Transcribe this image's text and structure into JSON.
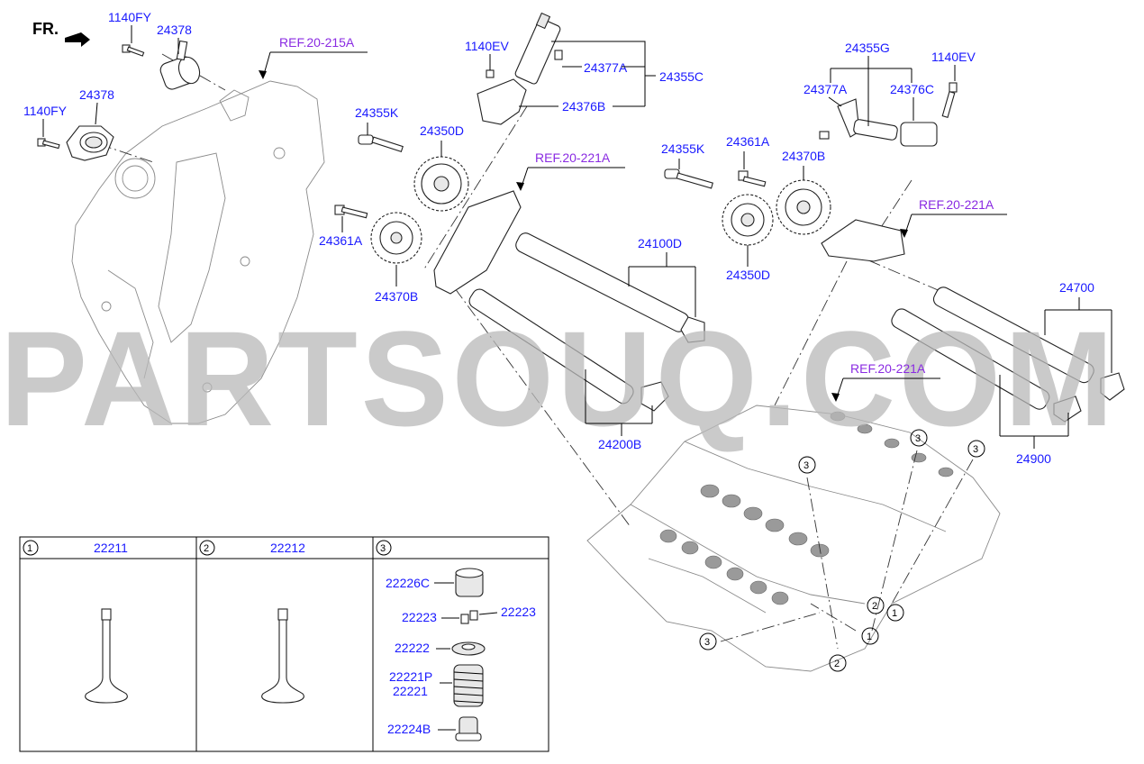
{
  "orientation_label": "FR.",
  "references": {
    "ref_20_215a": "REF.20-215A",
    "ref_20_221a_upper": "REF.20-221A",
    "ref_20_221a_right": "REF.20-221A",
    "ref_20_221a_head": "REF.20-221A"
  },
  "part_numbers": {
    "p1140fy_top": "1140FY",
    "p24378_top": "24378",
    "p24378_mid": "24378",
    "p1140fy_mid": "1140FY",
    "p1140ev_left": "1140EV",
    "p24377a_left": "24377A",
    "p24355c": "24355C",
    "p24376b": "24376B",
    "p24355k_left": "24355K",
    "p24350d_left": "24350D",
    "p24361a_left": "24361A",
    "p24370b_left": "24370B",
    "p24100d": "24100D",
    "p24200b": "24200B",
    "p24355g": "24355G",
    "p1140ev_right": "1140EV",
    "p24377a_right": "24377A",
    "p24376c": "24376C",
    "p24355k_right": "24355K",
    "p24361a_right": "24361A",
    "p24370b_right": "24370B",
    "p24350d_right": "24350D",
    "p24700": "24700",
    "p24900": "24900"
  },
  "callouts": {
    "c1": "1",
    "c2": "2",
    "c3": "3"
  },
  "valve_table": {
    "col1_index": "1",
    "col1_part": "22211",
    "col2_index": "2",
    "col2_part": "22212",
    "col3_index": "3",
    "items": {
      "retainer_cap": "22226C",
      "cotter_left": "22223",
      "cotter_right": "22223",
      "spring_seat": "22222",
      "spring_a": "22221P",
      "spring_b": "22221",
      "stem_seal": "22224B"
    }
  },
  "watermark": "PARTSOUQ.COM",
  "colors": {
    "part_label": "#1a1aff",
    "reference_label": "#8a2be2",
    "watermark": "#b9b9b9"
  }
}
